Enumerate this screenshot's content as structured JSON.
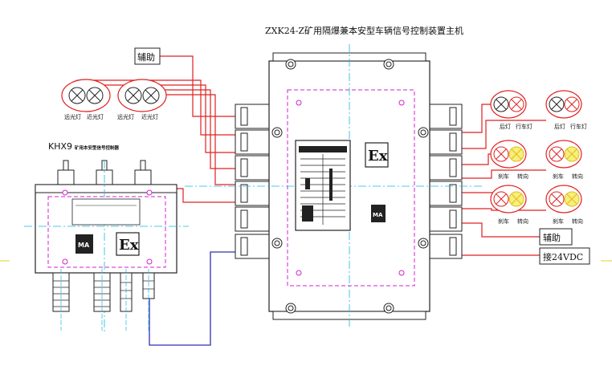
{
  "main_unit": {
    "title": "ZXK24-Z矿用隔爆兼本安型车辆信号控制装置主机",
    "ex_mark": "Ex",
    "ma_mark": "MA"
  },
  "controller": {
    "name": "KHX9",
    "subtitle": "矿用本安型信号控制器",
    "ex_mark": "Ex",
    "ma_mark": "MA"
  },
  "labels": {
    "aux_left": "辅助",
    "aux_right": "辅助",
    "power": "接24VDC"
  },
  "left_lamps": [
    "远光灯",
    "近光灯",
    "远光灯",
    "近光灯"
  ],
  "right_rows": [
    [
      "后灯",
      "行车灯",
      "后灯",
      "行车灯"
    ],
    [
      "刹车",
      "转向",
      "刹车",
      "转向"
    ],
    [
      "刹车",
      "转向",
      "刹车",
      "转向"
    ]
  ],
  "colors": {
    "wire_red": "#e02020",
    "wire_blue": "#3030b0",
    "center_line": "#18b8e0",
    "dashed_magenta": "#d020d0",
    "lamp_yellow": "#f4f07a",
    "outline": "#222222"
  }
}
